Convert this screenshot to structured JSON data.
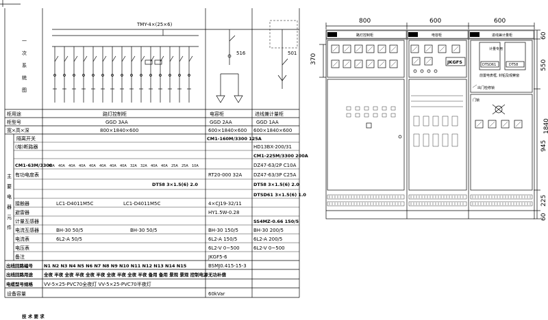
{
  "single_line_label": [
    "一",
    "次",
    "系",
    "统",
    "图"
  ],
  "busbar_label": "TMY-4×(25×6)",
  "capacitor_no": "516",
  "meter_no": "501",
  "row_labels": {
    "cabinet_use": "柜用途",
    "cabinet_model": "柜型号",
    "dimensions": "宽×高×深",
    "isolating_switch": "隔离开关",
    "circuit_breaker": "(熔)断路器",
    "var_meter": "有功电度表",
    "contactor": "接触器",
    "arrester": "避雷器",
    "metering_ct": "计量互感器",
    "ct": "电流互感器",
    "ammeter": "电流表",
    "voltmeter": "电压表",
    "remark": "备注",
    "circuit_no": "出线回路编号",
    "circuit_use": "出线回路用途",
    "cable_spec": "电缆型号规格",
    "capacity": "设备容量"
  },
  "side_label": [
    "主",
    "要",
    "电",
    "器",
    "元",
    "件"
  ],
  "col1": {
    "use": "路灯控制柜",
    "model": "GGD  3AA",
    "dims": "800×1840×600",
    "breaker_model": "CM1-63M/3300",
    "breakers": [
      "40A",
      "40A",
      "40A",
      "40A",
      "40A",
      "40A",
      "40A",
      "40A",
      "32A",
      "32A",
      "40A",
      "40A",
      "25A",
      "25A",
      "10A"
    ],
    "var_meter": "DT58 3×1.5(6) 2.0",
    "contactor_a": "LC1-D4011M5C",
    "contactor_b": "LC1-D4011M5C",
    "ct_a": "BH-30 50/5",
    "ct_b": "BH-30 50/5",
    "ammeter": "6L2-A 50/5",
    "circuit_nos": "N1  N2  N3  N4  N5  N6  N7  N8  N9  N10 N11 N12 N13 N14 N15",
    "circuit_use": "全夜 半夜 全夜 半夜 全夜 半夜 全夜 半夜 全夜 半夜 备用 备用 景观 景观 控制电源",
    "cable": "VV-5×25-PVC70全夜灯    VV-5×25-PVC70半夜灯"
  },
  "col2": {
    "use": "电容柜",
    "model": "GGD  2AA",
    "dims": "600×1840×600",
    "isolator": "CM1-160M/3300 125A",
    "breaker": "RT20-000 32A",
    "contactor": "4×CJ19-32/11",
    "arrester": "HY1.5W-0.28",
    "ct": "BH-30 150/5",
    "ammeter": "6L2-A 150/5",
    "voltmeter": "6L2-V 0~500",
    "remark": "JKGF5-6",
    "circuit_no": "BSMJ0.415-15-3",
    "circuit_use": "无功补偿",
    "capacity": "60kVar"
  },
  "col3": {
    "use": "进线兼计量柜",
    "model": "GGD  1AA",
    "dims": "600×1840×600",
    "isolator": "HD13BX-200/31",
    "breaker_a": "CM1-225M/3300 200A",
    "breaker_b": "DZ47-63/2P C10A",
    "breaker_c": "DZ47-63/3P C25A",
    "var_meter_a": "DT58 3×1.5(6) 2.0",
    "var_meter_b": "DTSD61 3×1.5(6) 1.0",
    "metering_ct": "SS4MZ-0.66 150/5",
    "ct": "BH-30 200/5",
    "ammeter": "6L2-A 200/5",
    "voltmeter": "6L2-V 0~500"
  },
  "front_view": {
    "dim_widths": [
      "800",
      "600",
      "600"
    ],
    "dim_heights": [
      "60",
      "550",
      "945",
      "225",
      "60"
    ],
    "dim_left": "370",
    "dim_total": "1840",
    "cabinet_labels": [
      "路灯控制柜",
      "电容柜",
      "进线兼计量柜"
    ],
    "jkgfs": "JKGFS",
    "meter_window": "计量专用",
    "meter_label": "DTSD61",
    "meter_label2": "DT58",
    "seal_note": "前置电表框, 封铅及观察窗",
    "door_note": "出门检修锁",
    "lock_note": "门锁"
  },
  "footer": "技 术 要 求"
}
